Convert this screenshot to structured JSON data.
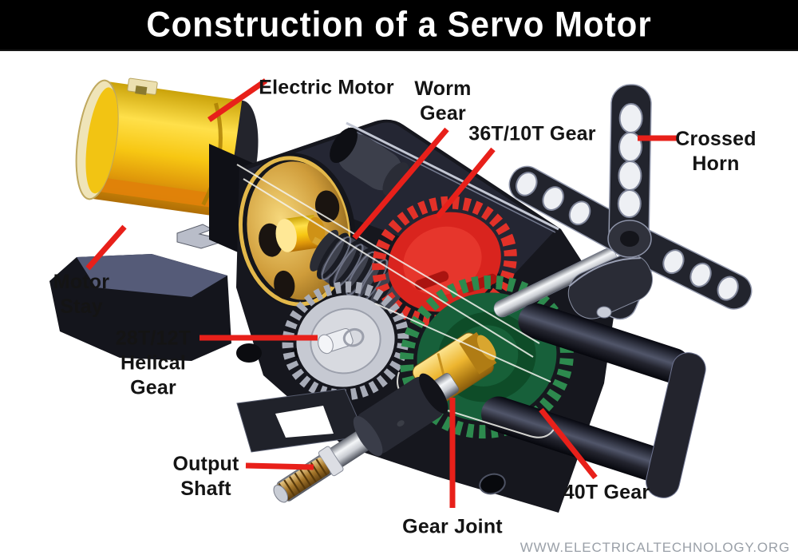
{
  "header": {
    "title": "Construction of a Servo Motor"
  },
  "labels": {
    "electric_motor": [
      "Electric Motor"
    ],
    "worm_gear": [
      "Worm",
      "Gear"
    ],
    "gear_36t_10t": [
      "36T/10T Gear"
    ],
    "crossed_horn": [
      "Crossed",
      "Horn"
    ],
    "motor_stay": [
      "Motor",
      "Stay"
    ],
    "helical_gear_28t_12t": [
      "28T/12T",
      "Helical",
      "Gear"
    ],
    "output_shaft": [
      "Output",
      "Shaft"
    ],
    "gear_joint": [
      "Gear Joint"
    ],
    "gear_40t": [
      "40T Gear"
    ]
  },
  "watermark": "WWW.ELECTRICALTECHNOLOGY.ORG",
  "colors": {
    "header_bg": "#000000",
    "header_text": "#ffffff",
    "label_text": "#141414",
    "leader_red": "#e8201a",
    "motor_yellow": "#f6c310",
    "gear_red": "#d9241e",
    "gear_green": "#17603a",
    "gear_silver": "#c6c9d2",
    "joint_gold": "#edb52f",
    "housing_dark": "#16171e",
    "watermark_gray": "#9aa0a8"
  }
}
